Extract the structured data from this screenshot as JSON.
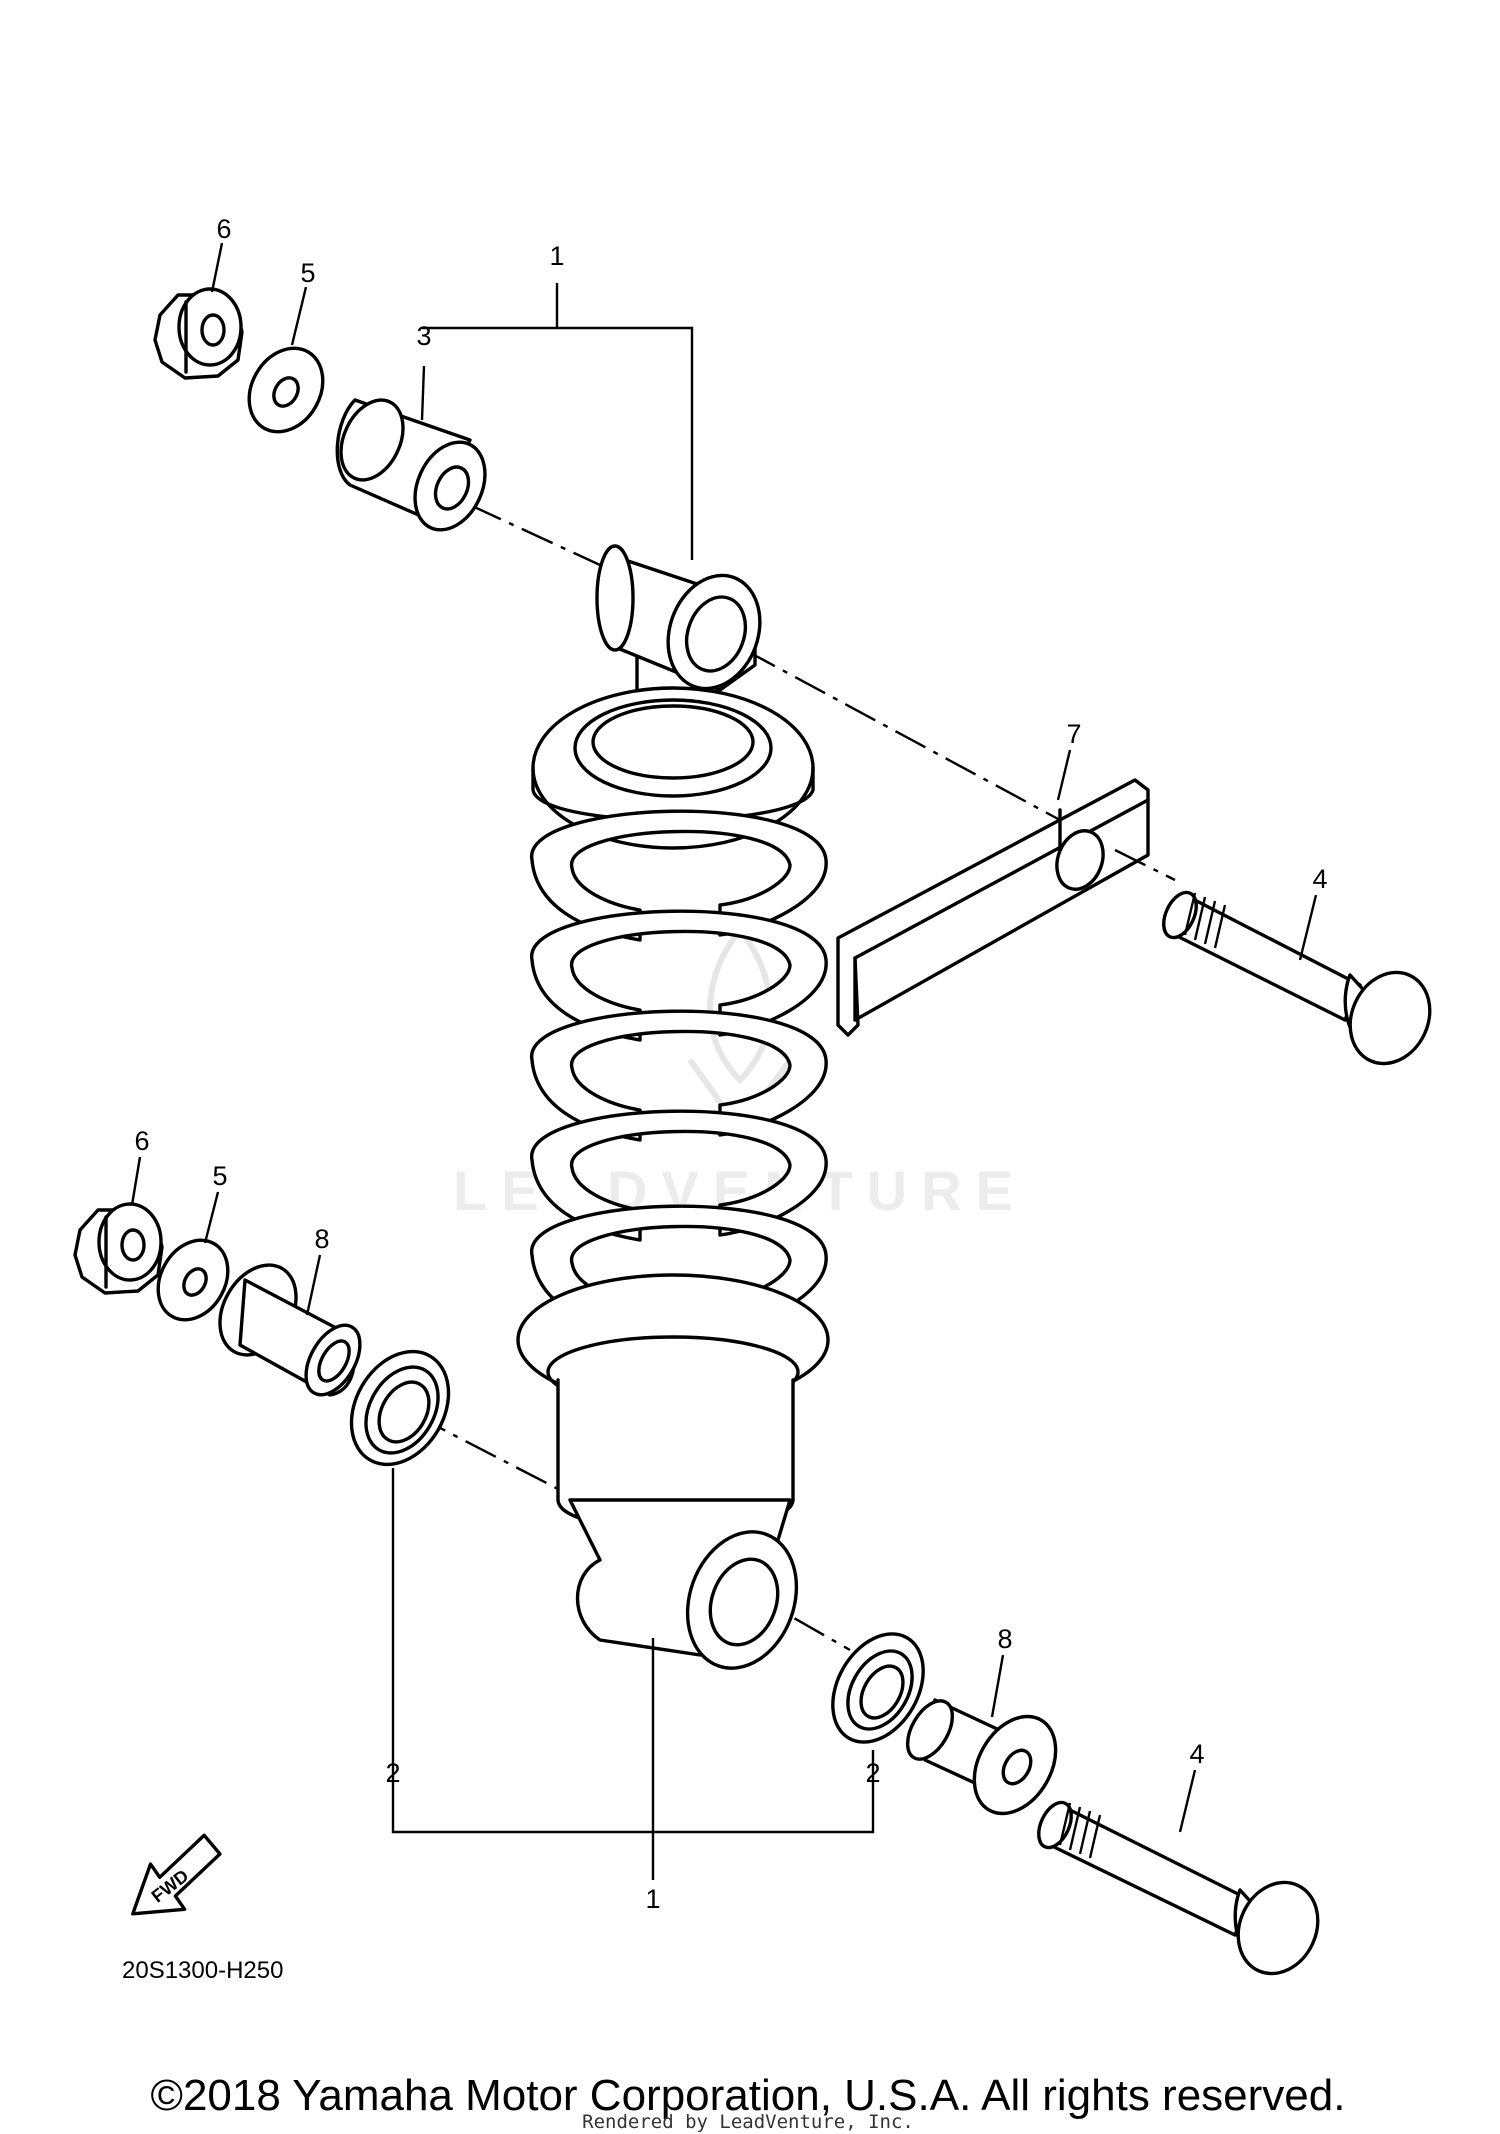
{
  "diagram": {
    "callouts": [
      "1",
      "1",
      "2",
      "2",
      "3",
      "4",
      "4",
      "5",
      "5",
      "6",
      "6",
      "7",
      "8",
      "8"
    ],
    "part_number": "20S1300-H250",
    "fwd_label": "FWD",
    "watermark": "LEADVENTURE",
    "copyright": "©2018 Yamaha Motor Corporation, U.S.A. All rights reserved.",
    "rendered_by": "Rendered by LeadVenture, Inc."
  }
}
